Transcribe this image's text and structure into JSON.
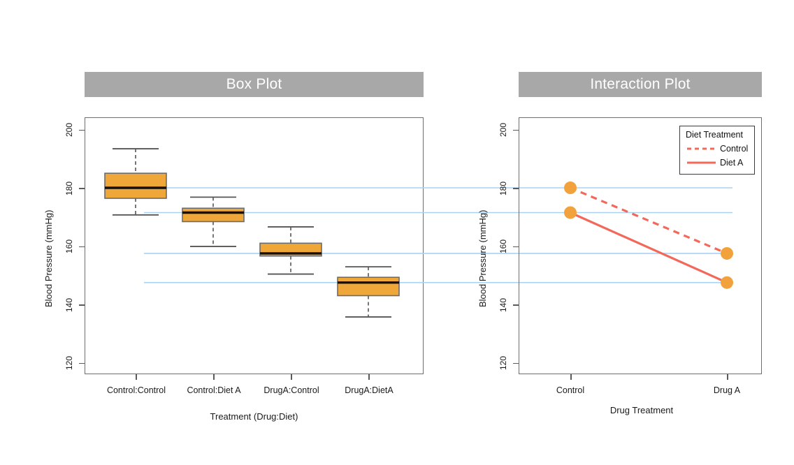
{
  "page": {
    "background": "#ffffff",
    "box_fill": "#efa73a",
    "box_stroke": "#4a3a17",
    "whisker_color": "#555555",
    "median_color": "#111111",
    "connector_color": "#a9d2f0",
    "point_color": "#f2a23c",
    "line_color": "#f2695b",
    "title_bar_color": "#a8a8a8",
    "title_text_color": "#ffffff"
  },
  "panels": {
    "left": {
      "title": "Box Plot"
    },
    "right": {
      "title": "Interaction Plot"
    }
  },
  "chart_data": [
    {
      "type": "box",
      "title": "Box Plot",
      "xlabel": "Treatment (Drug:Diet)",
      "ylabel": "Blood Pressure (mmHg)",
      "ylim": [
        118,
        202
      ],
      "yticks": [
        120,
        140,
        160,
        180,
        200
      ],
      "grid": false,
      "categories": [
        "Control:Control",
        "Control:Diet A",
        "DrugA:Control",
        "DrugA:DietA"
      ],
      "boxes": [
        {
          "label": "Control:Control",
          "min": 170.7,
          "q1": 176.4,
          "median": 180.0,
          "q3": 185.0,
          "max": 193.4
        },
        {
          "label": "Control:Diet A",
          "min": 159.9,
          "q1": 168.4,
          "median": 171.5,
          "q3": 173.0,
          "max": 176.8
        },
        {
          "label": "DrugA:Control",
          "min": 150.4,
          "q1": 156.6,
          "median": 157.5,
          "q3": 161.0,
          "max": 166.6
        },
        {
          "label": "DrugA:DietA",
          "min": 135.7,
          "q1": 143.0,
          "median": 147.5,
          "q3": 149.3,
          "max": 152.9
        }
      ]
    },
    {
      "type": "line",
      "title": "Interaction Plot",
      "xlabel": "Drug Treatment",
      "ylabel": "Blood Pressure (mmHg)",
      "ylim": [
        118,
        202
      ],
      "yticks": [
        120,
        140,
        160,
        180,
        200
      ],
      "grid": false,
      "legend_position": "top-right",
      "legend_title": "Diet Treatment",
      "categories": [
        "Control",
        "Drug A"
      ],
      "series": [
        {
          "name": "Control",
          "style": "dashed",
          "values": [
            180.0,
            157.5
          ]
        },
        {
          "name": "Diet A",
          "style": "solid",
          "values": [
            171.5,
            147.5
          ]
        }
      ]
    }
  ],
  "connectors": [
    {
      "from_value": 180.0,
      "to_value": 180.0
    },
    {
      "from_value": 171.5,
      "to_value": 171.5
    },
    {
      "from_value": 157.5,
      "to_value": 157.5
    },
    {
      "from_value": 147.5,
      "to_value": 147.5
    }
  ]
}
